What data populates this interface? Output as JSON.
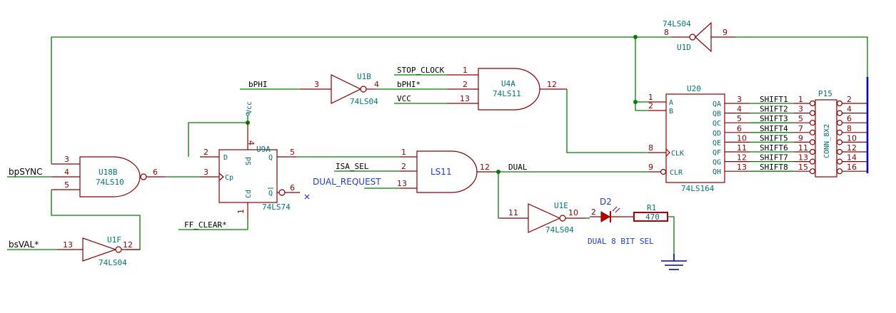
{
  "inputs": {
    "bpsync": "bpSYNC",
    "bsval": "bsVAL*",
    "bphi": "bPHI",
    "ff_clear": "FF_CLEAR*",
    "isa_sel": "ISA_SEL",
    "dual_request": "DUAL_REQUEST",
    "stop_clock": "STOP_CLOCK",
    "bphi_star": "bPHI*",
    "vcc": "VCC",
    "dual": "DUAL"
  },
  "components": {
    "u18b": {
      "ref": "U18B",
      "value": "74LS10",
      "pins": [
        "3",
        "4",
        "5",
        "6"
      ]
    },
    "u1f": {
      "ref": "U1F",
      "value": "74LS04",
      "pins": [
        "13",
        "12"
      ]
    },
    "u9a": {
      "ref": "U9A",
      "value": "74LS74",
      "pin_names": [
        "D",
        "Cp",
        "Sd",
        "Cd",
        "Q",
        "Q"
      ],
      "pins": [
        "2",
        "3",
        "4",
        "1",
        "5",
        "6"
      ],
      "sd_label": "Vcc"
    },
    "u1b": {
      "ref": "U1B",
      "value": "74LS04",
      "pins": [
        "3",
        "4"
      ]
    },
    "u4a": {
      "ref": "U4A",
      "value": "74LS11",
      "pins": [
        "1",
        "2",
        "13",
        "12"
      ]
    },
    "ls11": {
      "ref": "LS11",
      "pins": [
        "1",
        "2",
        "13",
        "12"
      ]
    },
    "u1e": {
      "ref": "U1E",
      "value": "74LS04",
      "pins": [
        "11",
        "10"
      ]
    },
    "d2": {
      "ref": "D2",
      "pins": [
        "2"
      ]
    },
    "r1": {
      "ref": "R1",
      "value": "470"
    },
    "u1d": {
      "ref": "U1D",
      "value": "74LS04",
      "pins": [
        "8",
        "9"
      ]
    },
    "u20": {
      "ref": "U20",
      "value": "74LS164",
      "left_pins": [
        {
          "num": "1",
          "name": "A"
        },
        {
          "num": "2",
          "name": "B"
        },
        {
          "num": "8",
          "name": "CLK"
        },
        {
          "num": "9",
          "name": "CLR"
        }
      ],
      "outputs": [
        {
          "name": "QA",
          "num": "3",
          "net": "SHIFT1",
          "conn": "1"
        },
        {
          "name": "QB",
          "num": "4",
          "net": "SHIFT2",
          "conn": "3"
        },
        {
          "name": "QC",
          "num": "5",
          "net": "SHIFT3",
          "conn": "5"
        },
        {
          "name": "QD",
          "num": "6",
          "net": "SHIFT4",
          "conn": "7"
        },
        {
          "name": "QE",
          "num": "10",
          "net": "SHIFT5",
          "conn": "9"
        },
        {
          "name": "QF",
          "num": "11",
          "net": "SHIFT6",
          "conn": "11"
        },
        {
          "name": "QG",
          "num": "12",
          "net": "SHIFT7",
          "conn": "13"
        },
        {
          "name": "QH",
          "num": "13",
          "net": "SHIFT8",
          "conn": "15"
        }
      ]
    },
    "p15": {
      "ref": "P15",
      "value": "CONN_8X2",
      "right_pins": [
        "2",
        "4",
        "6",
        "8",
        "10",
        "12",
        "14",
        "16"
      ]
    }
  },
  "annotations": {
    "dual_8bit_sel": "DUAL 8 BIT SEL"
  }
}
